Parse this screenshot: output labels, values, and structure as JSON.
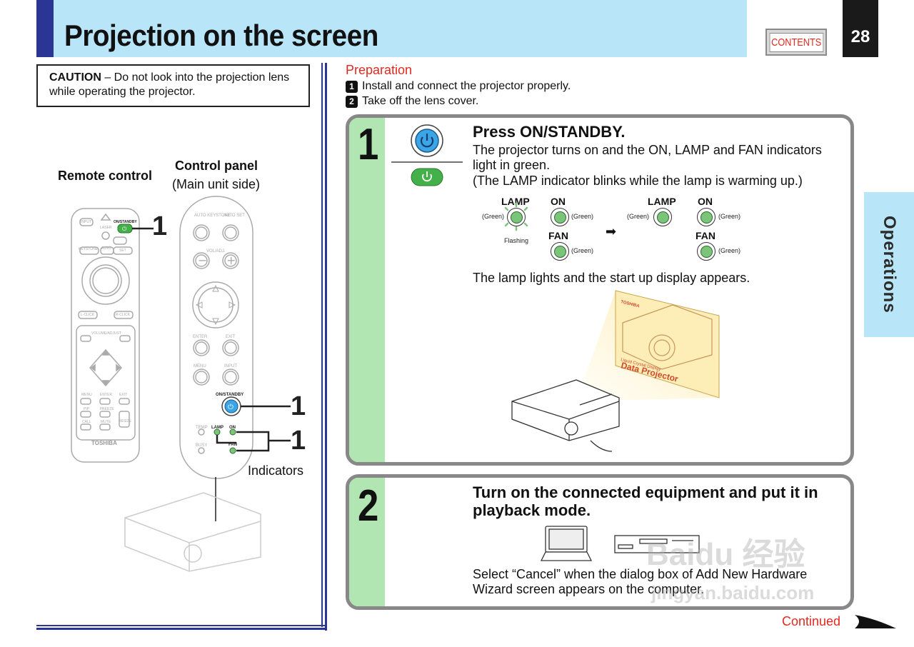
{
  "header": {
    "title": "Projection on the screen",
    "contents_label": "CONTENTS",
    "page_number": "28"
  },
  "side_tab": {
    "label": "Operations"
  },
  "caution": {
    "bold": "CAUTION",
    "text": " – Do not look into the projection lens while operating the projector."
  },
  "left": {
    "remote_label": "Remote control",
    "panel_label": "Control panel",
    "panel_sub": "(Main unit side)",
    "indicators_label": "Indicators",
    "callout_1": "1",
    "callout_2": "1",
    "callout_3": "1",
    "remote": {
      "input": "INPUT",
      "laser": "LASER",
      "on_standby": "ON/STANDBY",
      "keystone": "KEYSTONE",
      "auto": "AUTO",
      "set": "SET",
      "l_click": "L-CLICK",
      "r_click": "R-CLICK",
      "volume_adjust": "VOLUME/ADJUST",
      "menu": "MENU",
      "enter": "ENTER",
      "exit": "EXIT",
      "pip": "PIP",
      "freeze": "FREEZE",
      "call": "CALL",
      "mute": "MUTE",
      "resize": "RESIZE",
      "brand": "TOSHIBA"
    },
    "panel": {
      "auto_keystone": "AUTO KEYSTONE",
      "auto_set": "AUTO SET",
      "vol_adj": "VOL/ADJ.",
      "minus": "−",
      "plus": "+",
      "enter": "ENTER",
      "exit": "EXIT",
      "menu": "MENU",
      "input": "INPUT",
      "on_standby": "ON/STANDBY",
      "temp": "TEMP",
      "lamp": "LAMP",
      "on": "ON",
      "busy": "BUSY",
      "fan": "FAN"
    }
  },
  "preparation": {
    "title": "Preparation",
    "steps": [
      {
        "n": "1",
        "text": "Install and connect the projector properly."
      },
      {
        "n": "2",
        "text": "Take off the lens cover."
      }
    ]
  },
  "step1": {
    "number": "1",
    "title": "Press ON/STANDBY.",
    "text1": "The projector turns on and the ON, LAMP and FAN indicators light in green.",
    "text2": "(The LAMP indicator blinks while the lamp is warming up.)",
    "indicators": {
      "lamp": "LAMP",
      "on": "ON",
      "fan": "FAN",
      "green": "(Green)",
      "flashing": "Flashing"
    },
    "text3": "The lamp lights and the start up display appears.",
    "screen_brand": "TOSHIBA",
    "screen_line1": "Liquid Crystal Display",
    "screen_line2": "Data Projector"
  },
  "step2": {
    "number": "2",
    "title": "Turn on the connected equipment and put it in playback mode.",
    "text": "Select “Cancel” when the dialog box of Add New Hardware Wizard screen appears on the computer."
  },
  "footer": {
    "continued": "Continued"
  },
  "watermark": {
    "line1": "Baidu 经验",
    "line2": "jingyan.baidu.com"
  },
  "colors": {
    "header_band": "#b8e6f8",
    "header_stripe": "#2b3595",
    "accent_red": "#e02a1f",
    "step_strip": "#b1e6b2",
    "indicator_green": "#7dc47b",
    "button_blue": "#3aa6e8"
  }
}
